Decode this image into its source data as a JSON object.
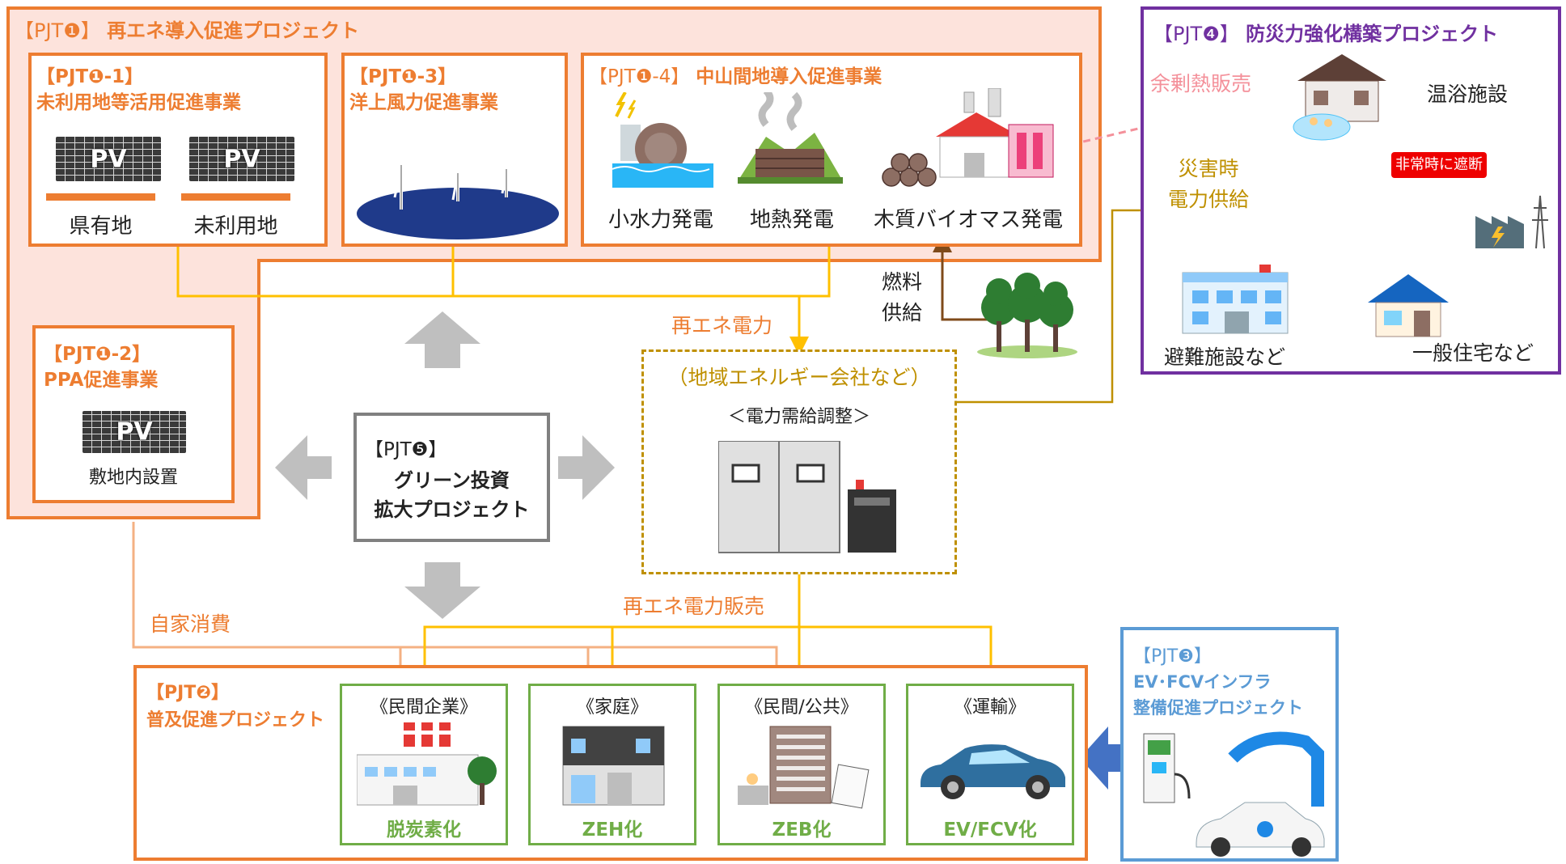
{
  "pjt1": {
    "title_tag": "【PJT❶】",
    "title": "再エネ導入促進プロジェクト",
    "sub1": {
      "tag": "【PJT❶-1】",
      "title": "未利用地等活用促進事業",
      "pv_label": "PV",
      "labels": [
        "県有地",
        "未利用地"
      ]
    },
    "sub3": {
      "tag": "【PJT❶-3】",
      "title": "洋上風力促進事業"
    },
    "sub4": {
      "tag": "【PJT❶-4】",
      "title": "中山間地導入促進事業",
      "labels": [
        "小水力発電",
        "地熱発電",
        "木質バイオマス発電"
      ]
    },
    "sub2": {
      "tag": "【PJT❶-2】",
      "title": "PPA促進事業",
      "pv_label": "PV",
      "label": "敷地内設置"
    }
  },
  "pjt4": {
    "title_tag": "【PJT❹】",
    "title": "防災力強化構築プロジェクト",
    "surplus_heat": "余剰熱販売",
    "hot_spring": "温浴施設",
    "disaster_power": [
      "災害時",
      "電力供給"
    ],
    "cutoff": "非常時に遮断",
    "shelter": "避難施設など",
    "houses": "一般住宅など"
  },
  "fuel_supply": [
    "燃料",
    "供給"
  ],
  "renewable_power": "再エネ電力",
  "energy_company": {
    "title": "（地域エネルギー会社など）",
    "subtitle": "＜電力需給調整＞"
  },
  "pjt5": {
    "tag": "【PJT❺】",
    "lines": [
      "グリーン投資",
      "拡大プロジェクト"
    ]
  },
  "self_consumption": "自家消費",
  "power_sales": "再エネ電力販売",
  "pjt2": {
    "tag": "【PJT❷】",
    "title": "普及促進プロジェクト",
    "cards": [
      {
        "head": "《民間企業》",
        "foot": "脱炭素化"
      },
      {
        "head": "《家庭》",
        "foot": "ZEH化"
      },
      {
        "head": "《民間/公共》",
        "foot": "ZEB化"
      },
      {
        "head": "《運輸》",
        "foot": "EV/FCV化"
      }
    ]
  },
  "pjt3": {
    "tag": "【PJT❸】",
    "lines": [
      "EV･FCVインフラ",
      "整備促進プロジェクト"
    ]
  },
  "colors": {
    "orange": "#ed7d31",
    "pink_bg": "#fde3dc",
    "purple": "#7030a0",
    "blue": "#5b9bd5",
    "green": "#70ad47",
    "gold": "#bf9000",
    "line_yellow": "#ffc000",
    "salmon": "#f4909a"
  }
}
